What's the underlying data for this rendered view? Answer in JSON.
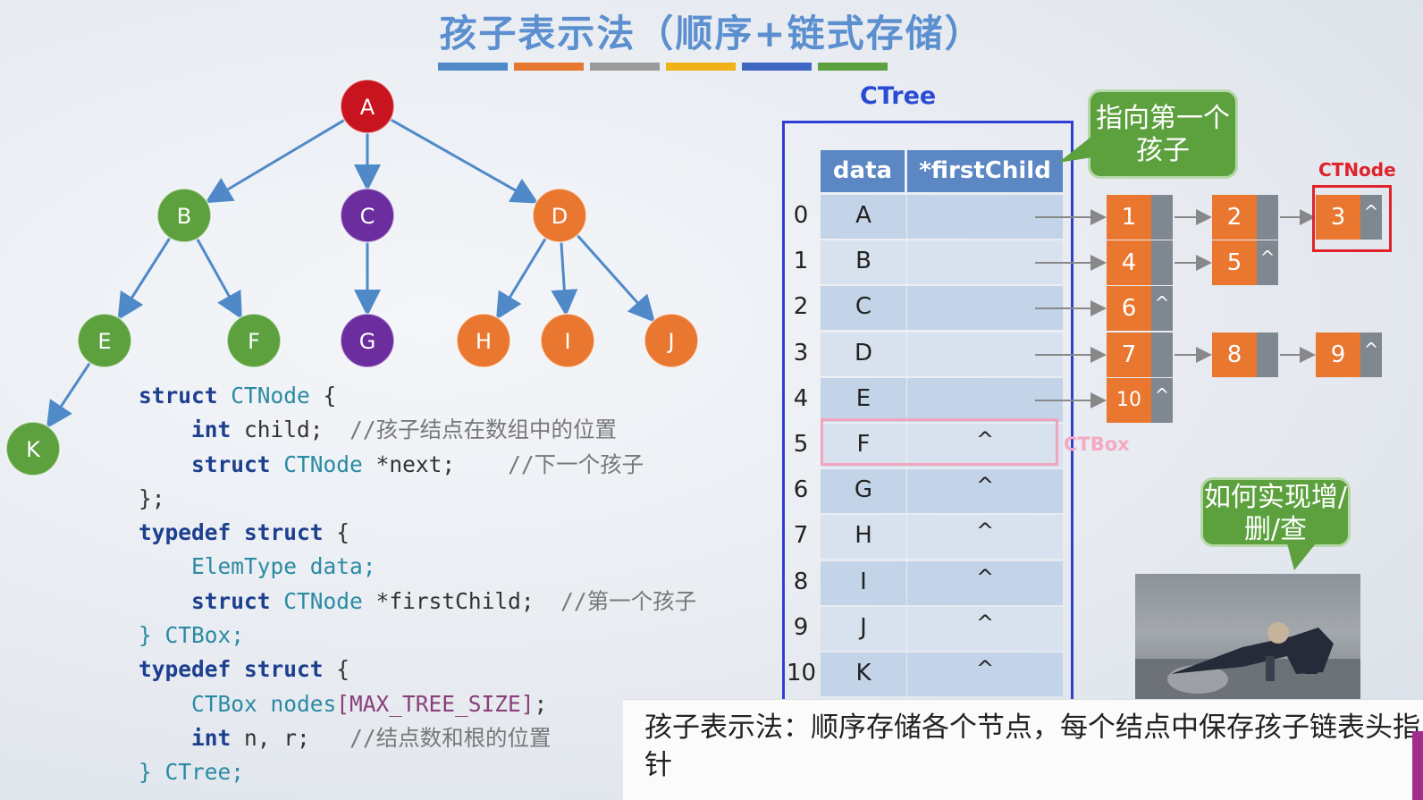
{
  "title": "孩子表示法（顺序+链式存储）",
  "title_bar_colors": [
    "#4f89c8",
    "#e5772f",
    "#9a9a9a",
    "#f0b216",
    "#3f66c2",
    "#5da13f"
  ],
  "tree": {
    "nodes": [
      {
        "id": "A",
        "label": "A",
        "color": "#c8141e"
      },
      {
        "id": "B",
        "label": "B",
        "color": "#5da13f"
      },
      {
        "id": "C",
        "label": "C",
        "color": "#6c2d9e"
      },
      {
        "id": "D",
        "label": "D",
        "color": "#e9772f"
      },
      {
        "id": "E",
        "label": "E",
        "color": "#5da13f"
      },
      {
        "id": "F",
        "label": "F",
        "color": "#5da13f"
      },
      {
        "id": "G",
        "label": "G",
        "color": "#6c2d9e"
      },
      {
        "id": "H",
        "label": "H",
        "color": "#e9772f"
      },
      {
        "id": "I",
        "label": "I",
        "color": "#e9772f"
      },
      {
        "id": "J",
        "label": "J",
        "color": "#e9772f"
      },
      {
        "id": "K",
        "label": "K",
        "color": "#5da13f"
      }
    ],
    "edges": [
      [
        "A",
        "B"
      ],
      [
        "A",
        "C"
      ],
      [
        "A",
        "D"
      ],
      [
        "B",
        "E"
      ],
      [
        "B",
        "F"
      ],
      [
        "C",
        "G"
      ],
      [
        "D",
        "H"
      ],
      [
        "D",
        "I"
      ],
      [
        "D",
        "J"
      ],
      [
        "E",
        "K"
      ]
    ]
  },
  "code": {
    "l1_kw": "struct",
    "l1_type": "CTNode",
    "l1_rest": " {",
    "l2_kw": "int",
    "l2_rest": " child;",
    "l2_comment": "//孩子结点在数组中的位置",
    "l3_kw": "struct",
    "l3_type": "CTNode",
    "l3_rest": " *next;",
    "l3_comment": "//下一个孩子",
    "l4": "};",
    "l5_kw": "typedef struct",
    "l5_rest": " {",
    "l6": "ElemType data;",
    "l7_kw": "struct",
    "l7_type": "CTNode",
    "l7_rest": " *firstChild;",
    "l7_comment": "//第一个孩子",
    "l8": "} CTBox;",
    "l9_kw": "typedef struct",
    "l9_rest": " {",
    "l10_a": "CTBox nodes",
    "l10_b": "[MAX_TREE_SIZE]",
    "l10_c": ";",
    "l11_kw": "int",
    "l11_rest": " n, r;",
    "l11_comment": "//结点数和根的位置",
    "l12": "} CTree;"
  },
  "ctree_label": "CTree",
  "table": {
    "headers": {
      "data": "data",
      "first_child": "*firstChild"
    },
    "rows": [
      {
        "index": "0",
        "data": "A",
        "first_child": ""
      },
      {
        "index": "1",
        "data": "B",
        "first_child": ""
      },
      {
        "index": "2",
        "data": "C",
        "first_child": ""
      },
      {
        "index": "3",
        "data": "D",
        "first_child": ""
      },
      {
        "index": "4",
        "data": "E",
        "first_child": ""
      },
      {
        "index": "5",
        "data": "F",
        "first_child": "^"
      },
      {
        "index": "6",
        "data": "G",
        "first_child": "^"
      },
      {
        "index": "7",
        "data": "H",
        "first_child": "^"
      },
      {
        "index": "8",
        "data": "I",
        "first_child": "^"
      },
      {
        "index": "9",
        "data": "J",
        "first_child": "^"
      },
      {
        "index": "10",
        "data": "K",
        "first_child": "^"
      }
    ]
  },
  "ctbox_label": "CTBox",
  "ctnode_label": "CTNode",
  "child_lists": [
    {
      "row": 0,
      "children": [
        {
          "v": "1",
          "next": ""
        },
        {
          "v": "2",
          "next": ""
        },
        {
          "v": "3",
          "next": "^"
        }
      ]
    },
    {
      "row": 1,
      "children": [
        {
          "v": "4",
          "next": ""
        },
        {
          "v": "5",
          "next": "^"
        }
      ]
    },
    {
      "row": 2,
      "children": [
        {
          "v": "6",
          "next": "^"
        }
      ]
    },
    {
      "row": 3,
      "children": [
        {
          "v": "7",
          "next": ""
        },
        {
          "v": "8",
          "next": ""
        },
        {
          "v": "9",
          "next": "^"
        }
      ]
    },
    {
      "row": 4,
      "children": [
        {
          "v": "10",
          "next": "^"
        }
      ]
    }
  ],
  "bubble_first_child": "指向第一个孩子",
  "bubble_question": "如何实现增/删/查",
  "caption": "孩子表示法：顺序存储各个节点，每个结点中保存孩子链表头指针"
}
